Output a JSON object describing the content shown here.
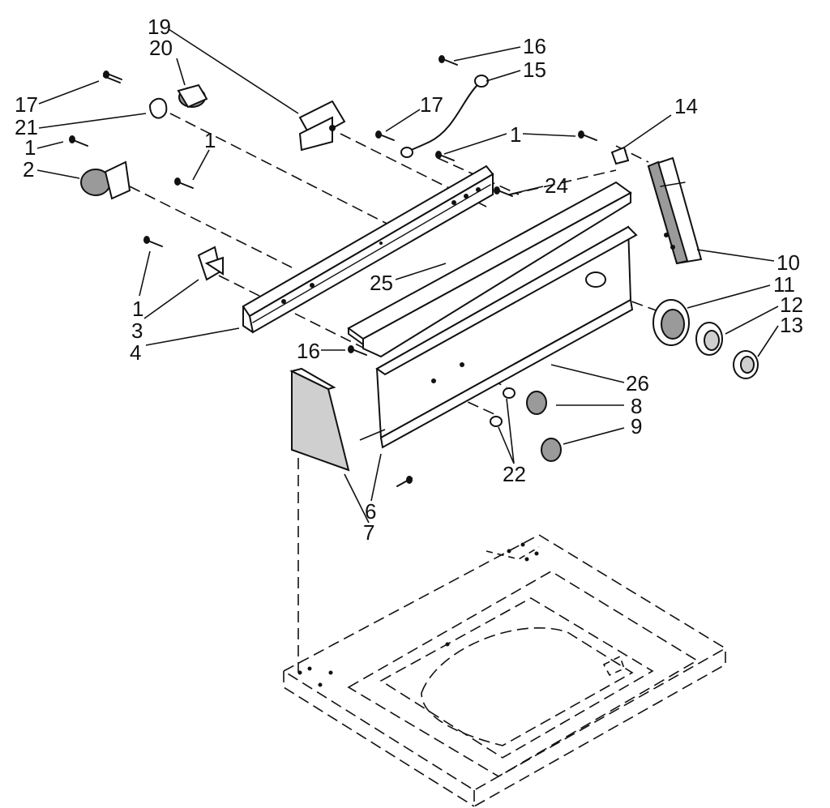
{
  "callouts": [
    {
      "id": "l19",
      "text": "19"
    },
    {
      "id": "l20",
      "text": "20"
    },
    {
      "id": "l17a",
      "text": "17"
    },
    {
      "id": "l21",
      "text": "21"
    },
    {
      "id": "l1a",
      "text": "1"
    },
    {
      "id": "l2",
      "text": "2"
    },
    {
      "id": "l1b",
      "text": "1"
    },
    {
      "id": "l16a",
      "text": "16"
    },
    {
      "id": "l15",
      "text": "15"
    },
    {
      "id": "l17b",
      "text": "17"
    },
    {
      "id": "l1c",
      "text": "1"
    },
    {
      "id": "l14",
      "text": "14"
    },
    {
      "id": "l24",
      "text": "24"
    },
    {
      "id": "l10",
      "text": "10"
    },
    {
      "id": "l11",
      "text": "11"
    },
    {
      "id": "l12",
      "text": "12"
    },
    {
      "id": "l13",
      "text": "13"
    },
    {
      "id": "l25",
      "text": "25"
    },
    {
      "id": "l1d",
      "text": "1"
    },
    {
      "id": "l3",
      "text": "3"
    },
    {
      "id": "l4",
      "text": "4"
    },
    {
      "id": "l16b",
      "text": "16"
    },
    {
      "id": "l26",
      "text": "26"
    },
    {
      "id": "l8",
      "text": "8"
    },
    {
      "id": "l9",
      "text": "9"
    },
    {
      "id": "l22",
      "text": "22"
    },
    {
      "id": "l6",
      "text": "6"
    },
    {
      "id": "l7",
      "text": "7"
    }
  ]
}
